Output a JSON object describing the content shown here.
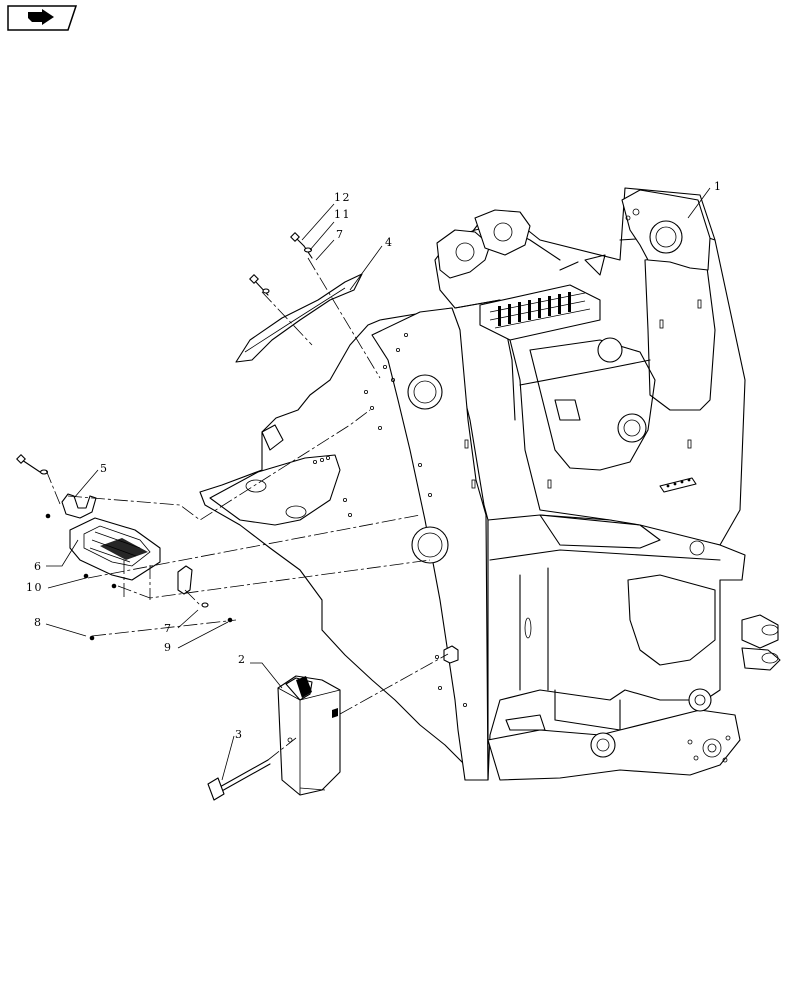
{
  "nav": {
    "icon": "next-page-arrow-icon"
  },
  "callouts": {
    "c1": "1",
    "c2": "2",
    "c3": "3",
    "c4": "4",
    "c5": "5",
    "c6": "6",
    "c7a": "7",
    "c7b": "7",
    "c8": "8",
    "c9": "9",
    "c10": "10",
    "c11": "11",
    "c12": "12"
  }
}
